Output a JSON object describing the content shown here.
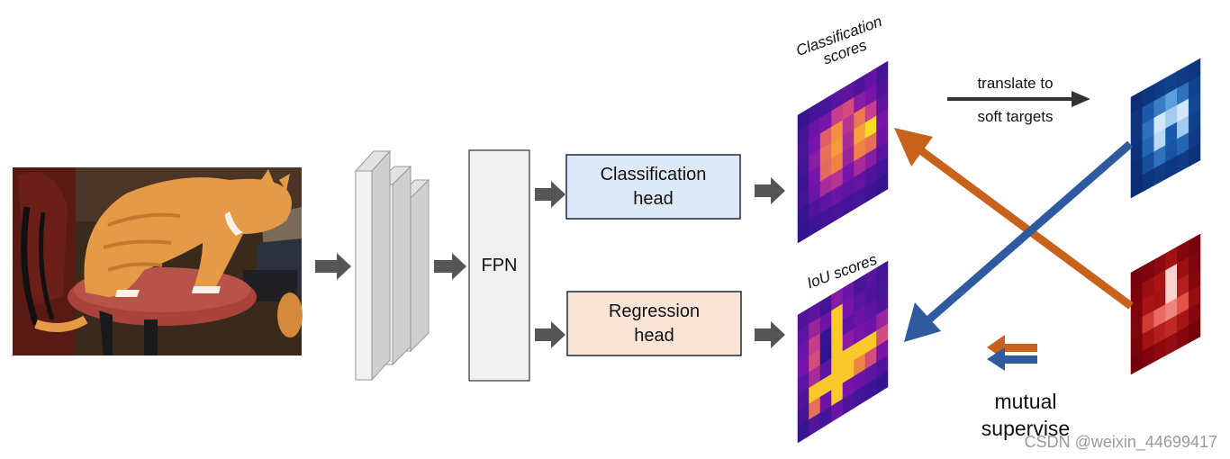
{
  "input_image": {
    "subject": "cat sitting on a red chair"
  },
  "fpn": {
    "label": "FPN"
  },
  "classification_head": {
    "label": "Classification\nhead",
    "fill": "#dde9f6"
  },
  "regression_head": {
    "label": "Regression\nhead",
    "fill": "#f9e4d6"
  },
  "classification_scores": {
    "label": "Classification\nscores"
  },
  "iou_scores": {
    "label": "IoU scores"
  },
  "translate": {
    "line1": "translate to",
    "line2": "soft targets"
  },
  "mutual": {
    "line1": "mutual",
    "line2": "supervise"
  },
  "watermark": "CSDN @weixin_44699417",
  "colors": {
    "orange_arrow": "#c8621b",
    "blue_arrow": "#2f5aa0",
    "gray_arrow": "#555555",
    "backbone": "#f0f0f0"
  },
  "heatmaps": {
    "classification": [
      [
        0.05,
        0.1,
        0.12,
        0.18,
        0.2,
        0.15,
        0.22,
        0.1
      ],
      [
        0.1,
        0.25,
        0.3,
        0.55,
        0.6,
        0.35,
        0.3,
        0.15
      ],
      [
        0.12,
        0.3,
        0.65,
        0.78,
        0.5,
        0.72,
        0.55,
        0.2
      ],
      [
        0.1,
        0.35,
        0.7,
        0.8,
        0.45,
        0.82,
        0.95,
        0.3
      ],
      [
        0.08,
        0.3,
        0.68,
        0.75,
        0.4,
        0.75,
        0.7,
        0.25
      ],
      [
        0.1,
        0.25,
        0.45,
        0.5,
        0.3,
        0.45,
        0.35,
        0.18
      ],
      [
        0.05,
        0.15,
        0.2,
        0.25,
        0.2,
        0.22,
        0.15,
        0.1
      ],
      [
        0.03,
        0.08,
        0.1,
        0.12,
        0.1,
        0.12,
        0.08,
        0.05
      ]
    ],
    "iou": [
      [
        0.15,
        0.2,
        0.1,
        0.35,
        0.25,
        0.12,
        0.18,
        0.1
      ],
      [
        0.2,
        0.4,
        0.25,
        0.9,
        0.3,
        0.2,
        0.15,
        0.12
      ],
      [
        0.25,
        0.55,
        0.05,
        0.9,
        0.2,
        0.25,
        0.2,
        0.15
      ],
      [
        0.3,
        0.6,
        0.02,
        0.9,
        0.35,
        0.3,
        0.25,
        0.4
      ],
      [
        0.2,
        0.45,
        0.2,
        0.9,
        0.9,
        0.9,
        0.9,
        0.6
      ],
      [
        0.15,
        0.9,
        0.9,
        0.9,
        0.9,
        0.75,
        0.6,
        0.3
      ],
      [
        0.1,
        0.7,
        0.25,
        0.9,
        0.3,
        0.25,
        0.2,
        0.15
      ],
      [
        0.05,
        0.15,
        0.1,
        0.25,
        0.15,
        0.1,
        0.08,
        0.05
      ]
    ],
    "blue_target": [
      [
        0.05,
        0.1,
        0.15,
        0.2,
        0.15,
        0.1
      ],
      [
        0.1,
        0.4,
        0.55,
        0.7,
        0.5,
        0.2
      ],
      [
        0.1,
        0.5,
        0.95,
        0.85,
        0.95,
        0.25
      ],
      [
        0.08,
        0.45,
        0.9,
        0.4,
        0.85,
        0.2
      ],
      [
        0.05,
        0.3,
        0.5,
        0.35,
        0.45,
        0.15
      ],
      [
        0.03,
        0.1,
        0.15,
        0.12,
        0.15,
        0.08
      ]
    ],
    "red_target": [
      [
        0.05,
        0.1,
        0.2,
        0.35,
        0.15,
        0.08
      ],
      [
        0.08,
        0.3,
        0.4,
        0.95,
        0.3,
        0.1
      ],
      [
        0.1,
        0.4,
        0.35,
        0.95,
        0.45,
        0.15
      ],
      [
        0.12,
        0.6,
        0.75,
        0.8,
        0.7,
        0.25
      ],
      [
        0.08,
        0.35,
        0.45,
        0.5,
        0.4,
        0.15
      ],
      [
        0.03,
        0.1,
        0.2,
        0.25,
        0.15,
        0.05
      ]
    ]
  }
}
